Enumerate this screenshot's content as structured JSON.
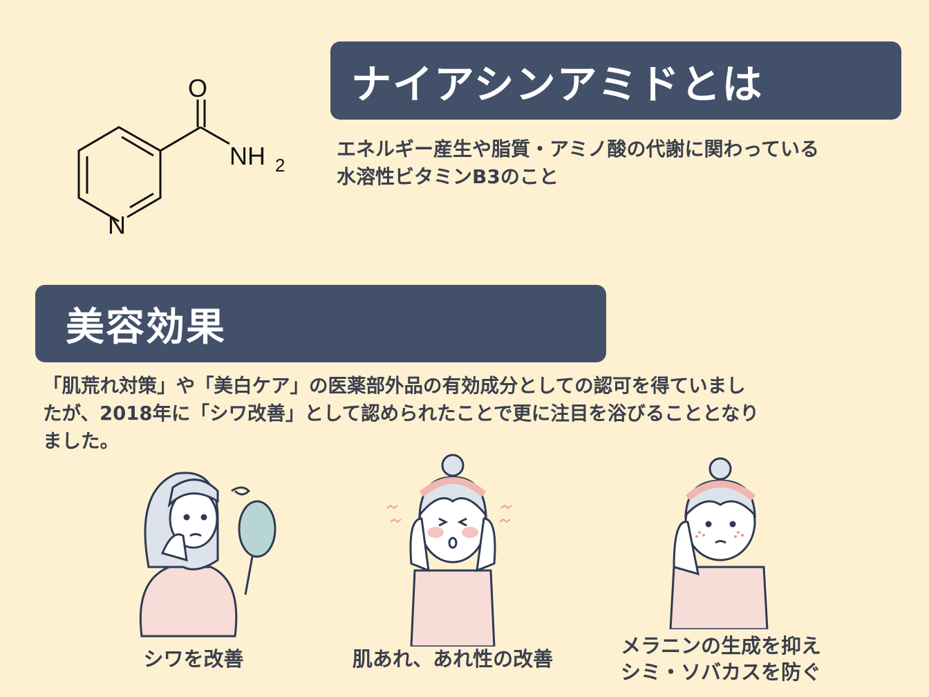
{
  "molecule": {
    "atom_o": "O",
    "atom_n": "N",
    "atom_nh": "NH",
    "subscript": "2"
  },
  "header": {
    "title": "ナイアシンアミドとは"
  },
  "definition": {
    "lines": [
      "エネルギー産生や脂質・アミノ酸の代謝に関わっている",
      "水溶性ビタミンB3のこと"
    ]
  },
  "section": {
    "title": "美容効果"
  },
  "paragraph": {
    "lines": [
      "「肌荒れ対策」や「美白ケア」の医薬部外品の有効成分としての認可を得ていまし",
      "たが、2018年に「シワ改善」として認められたことで更に注目を浴びることとなり",
      "ました。"
    ]
  },
  "effects": [
    {
      "lines": [
        "シワを改善"
      ]
    },
    {
      "lines": [
        "肌あれ、あれ性の改善"
      ]
    },
    {
      "lines": [
        "メラニンの生成を抑え",
        "シミ・ソバカスを防ぐ"
      ]
    }
  ],
  "colors": {
    "background": "#fdf1d2",
    "banner": "#435069",
    "text": "#3a3f4b"
  }
}
